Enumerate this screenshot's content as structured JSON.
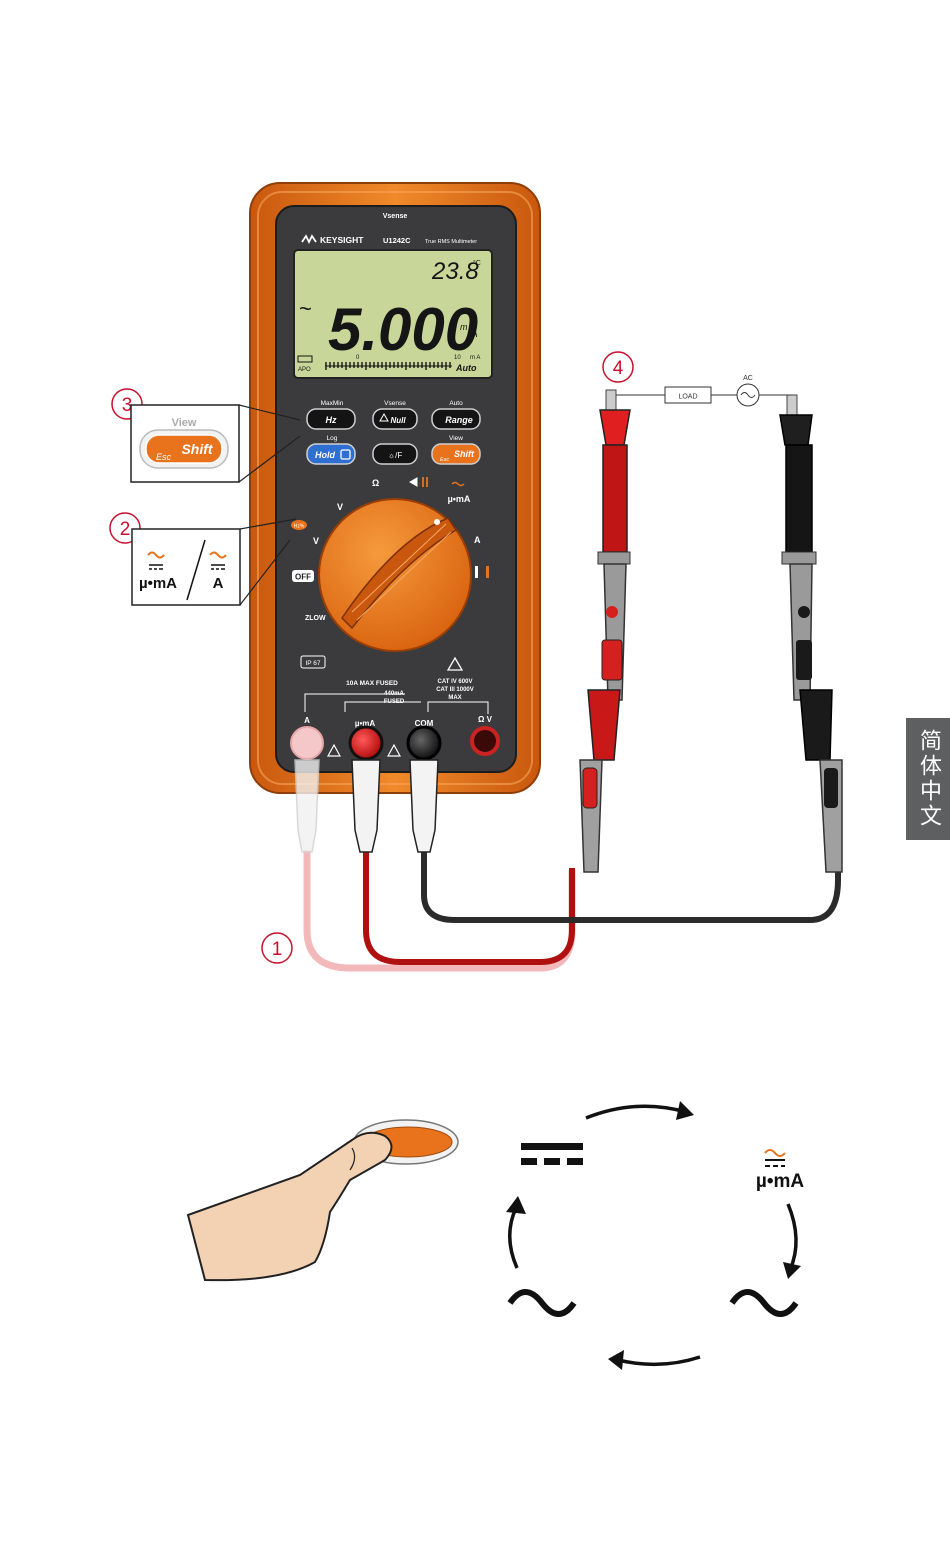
{
  "meter": {
    "vsense_top": "Vsense",
    "brand": "KEYSIGHT",
    "model": "U1242C",
    "subtitle": "True RMS Multimeter",
    "display": {
      "main": "5.000",
      "sub": "23.8",
      "sub_unit": "°C",
      "unit_prefix": "m",
      "unit": "A",
      "range": "Auto",
      "bar_start": "0",
      "bar_end": "10",
      "bar_unit": "m A",
      "ac_symbol": "~",
      "apo": "APO"
    },
    "buttons": {
      "maxmin": "MaxMin",
      "vsense": "Vsense",
      "auto": "Auto",
      "hz": "Hz",
      "null": "Null",
      "range": "Range",
      "log": "Log",
      "view": "View",
      "hold": "Hold",
      "esc": "Esc",
      "shift": "Shift",
      "backlight": "☼/F"
    },
    "dial": {
      "ohm": "Ω",
      "uma": "µ•mA",
      "a": "A",
      "v": "V",
      "mv": "V",
      "off": "OFF",
      "zlow": "ZLOW",
      "hz_pct": "Hz%"
    },
    "terminals": {
      "ip": "IP 67",
      "fused10": "10A MAX FUSED",
      "fused440": "440mA",
      "fused440b": "FUSED",
      "cat1": "CAT IV  600V",
      "cat2": "CAT III 1000V",
      "max": "MAX",
      "a": "A",
      "uma": "µ•mA",
      "com": "COM",
      "ohmv": "Ω V"
    }
  },
  "callouts": {
    "c1": "1",
    "c2": "2",
    "c3": "3",
    "c4": "4",
    "inset3_view": "View",
    "inset3_esc": "Esc",
    "inset3_shift": "Shift",
    "inset2_left": "µ•mA",
    "inset2_right": "A"
  },
  "circuit": {
    "load": "LOAD",
    "ac": "AC"
  },
  "cycle": {
    "top_right": "µ•mA"
  },
  "language_tab": "简体中文",
  "colors": {
    "orange": "#e8731c",
    "meter_dark": "#3b3b3d",
    "lcd": "#c9d69a",
    "red_lead": "#d52020",
    "callout_red": "#c8102e",
    "hold_blue": "#2f6fd1"
  }
}
